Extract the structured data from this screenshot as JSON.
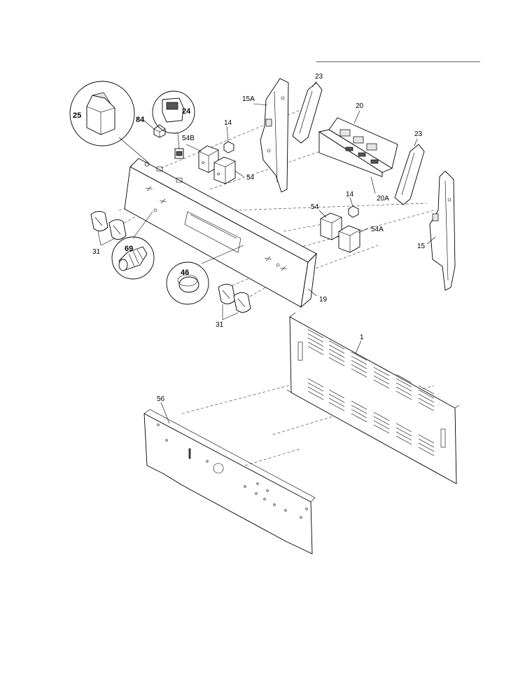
{
  "labels": {
    "p1": "1",
    "p14a": "14",
    "p14b": "14",
    "p15": "15",
    "p15a": "15A",
    "p19": "19",
    "p20": "20",
    "p20a": "20A",
    "p23a": "23",
    "p23b": "23",
    "p24": "24",
    "p25": "25",
    "p31a": "31",
    "p31b": "31",
    "p46": "46",
    "p54a": "54",
    "p54b": "54",
    "p54bb": "54B",
    "p54aa": "54A",
    "p56": "56",
    "p69": "69",
    "p84": "84"
  }
}
